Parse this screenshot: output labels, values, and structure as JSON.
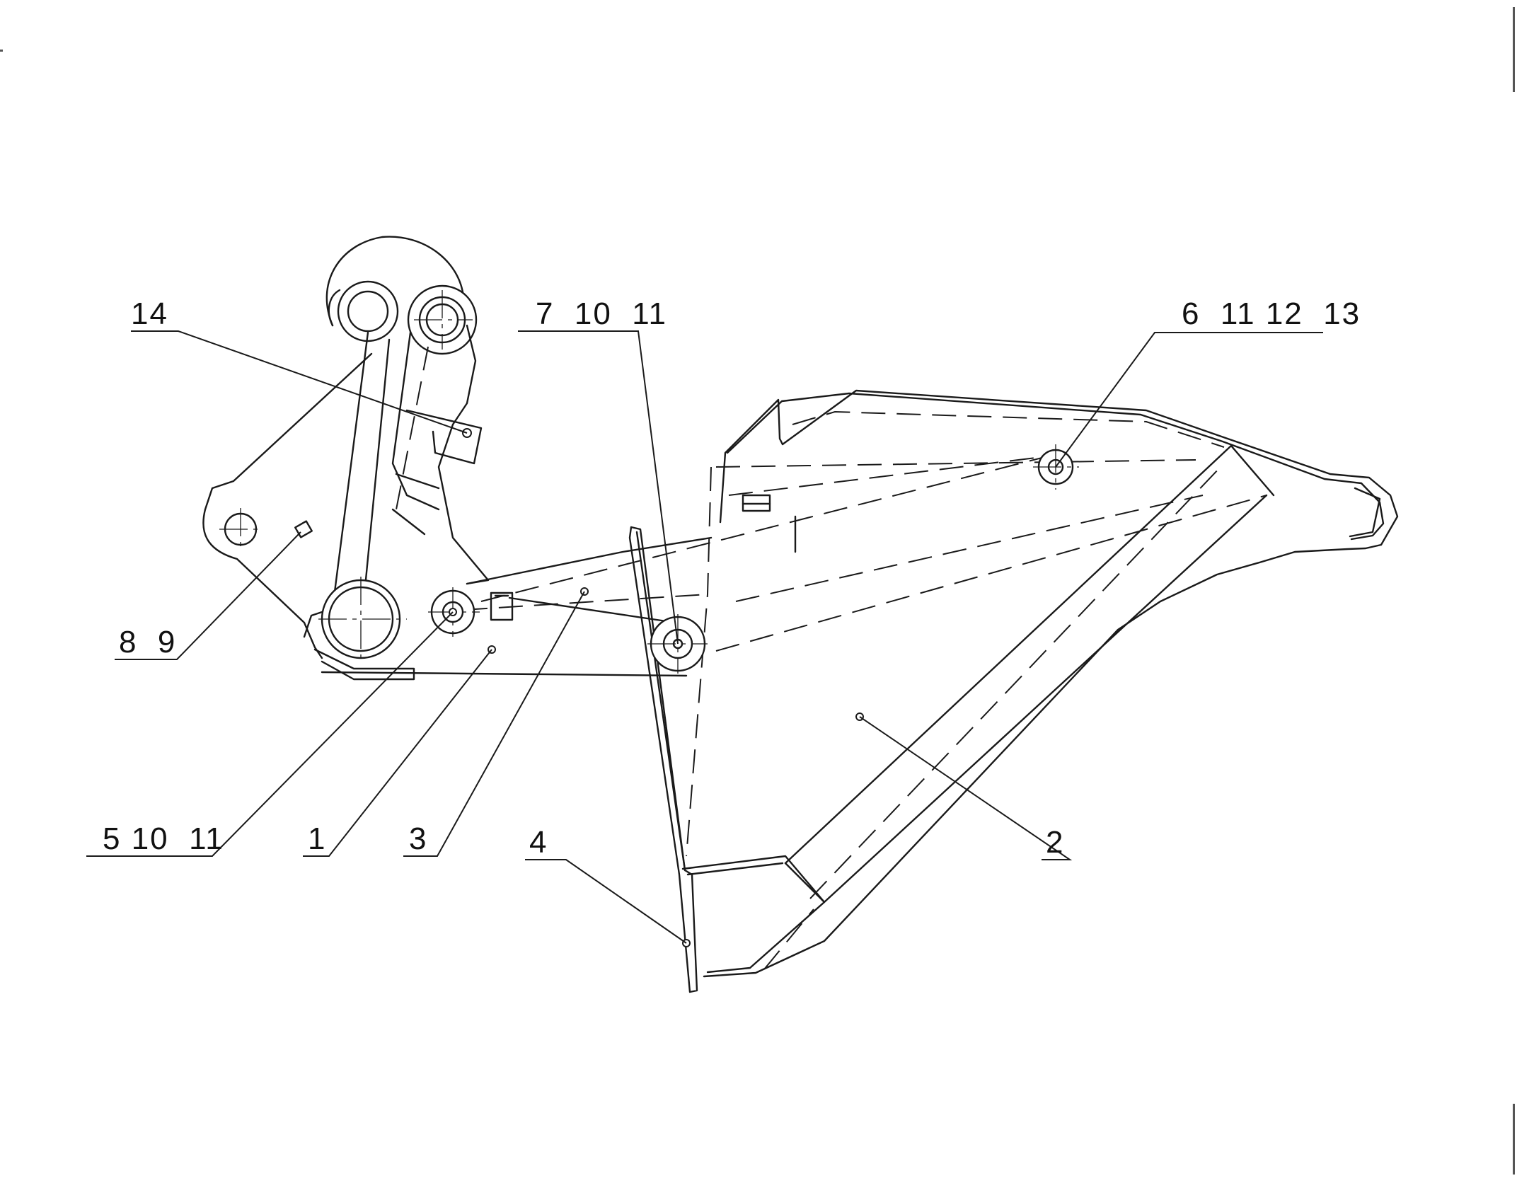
{
  "diagram": {
    "callouts": [
      {
        "id": "c14",
        "label": "14"
      },
      {
        "id": "c7",
        "label": "7  10  11"
      },
      {
        "id": "c6",
        "label": "6  11 12  13"
      },
      {
        "id": "c89",
        "label": "8  9"
      },
      {
        "id": "c5",
        "label": "5 10  11"
      },
      {
        "id": "c1",
        "label": "1"
      },
      {
        "id": "c3",
        "label": "3"
      },
      {
        "id": "c4",
        "label": "4"
      },
      {
        "id": "c2",
        "label": "2"
      }
    ]
  }
}
